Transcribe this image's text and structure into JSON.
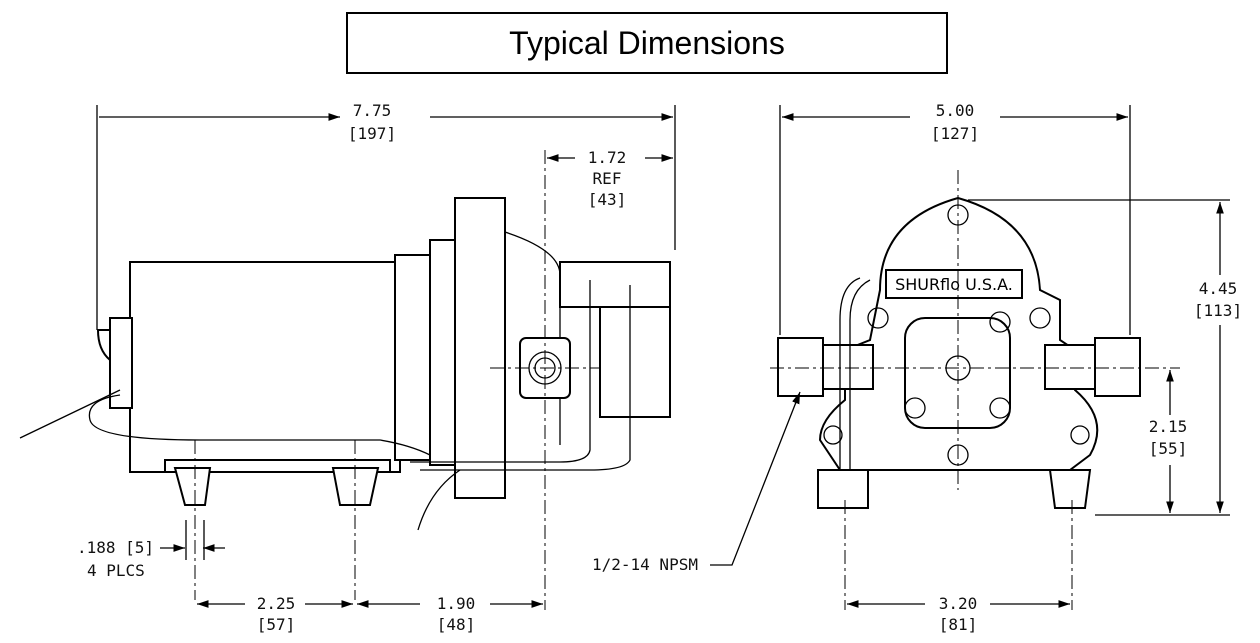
{
  "title": "Typical Dimensions",
  "side_view": {
    "overall_length": {
      "in": "7.75",
      "mm": "[197]"
    },
    "ref_length": {
      "in": "1.72",
      "note": "REF",
      "mm": "[43]"
    },
    "foot_hole": {
      "label": ".188 [5]",
      "note": "4 PLCS"
    },
    "foot_spacing": {
      "in": "2.25",
      "mm": "[57]"
    },
    "foot_to_port": {
      "in": "1.90",
      "mm": "[48]"
    }
  },
  "front_view": {
    "width": {
      "in": "5.00",
      "mm": "[127]"
    },
    "height": {
      "in": "4.45",
      "mm": "[113]"
    },
    "port_height": {
      "in": "2.15",
      "mm": "[55]"
    },
    "foot_spacing": {
      "in": "3.20",
      "mm": "[81]"
    },
    "brand_label": "SHURflo U.S.A.",
    "port_callout": "1/2-14 NPSM"
  }
}
